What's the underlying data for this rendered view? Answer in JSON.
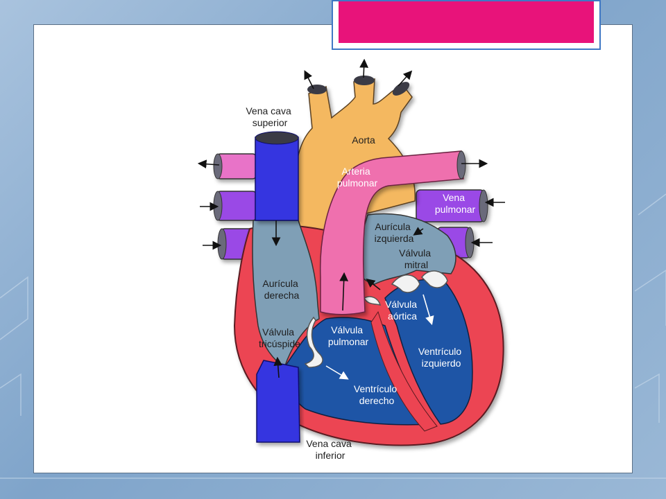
{
  "colors": {
    "accent": "#e8137a",
    "vena_cava": "#3434e0",
    "aorta": "#f4b860",
    "pulmonary_artery": "#ef6fae",
    "pulmonary_vein": "#9a48e6",
    "myocardium": "#ec4452",
    "atrium": "#7f9fb6",
    "ventricle": "#1e55a6"
  },
  "labels": {
    "vena_cava_superior": [
      "Vena cava",
      "superior"
    ],
    "aorta": [
      "Aorta"
    ],
    "arteria_pulmonar": [
      "Arteria",
      "pulmonar"
    ],
    "vena_pulmonar": [
      "Vena",
      "pulmonar"
    ],
    "auricula_izquierda": [
      "Aurícula",
      "izquierda"
    ],
    "valvula_mitral": [
      "Válvula",
      "mitral"
    ],
    "auricula_derecha": [
      "Aurícula",
      "derecha"
    ],
    "valvula_aortica": [
      "Válvula",
      "aórtica"
    ],
    "valvula_tricuspide": [
      "Válvula",
      "tricúspide"
    ],
    "valvula_pulmonar": [
      "Válvula",
      "pulmonar"
    ],
    "ventriculo_izquierdo": [
      "Ventrículo",
      "izquierdo"
    ],
    "ventriculo_derecho": [
      "Ventrículo",
      "derecho"
    ],
    "vena_cava_inferior": [
      "Vena cava",
      "inferior"
    ]
  }
}
